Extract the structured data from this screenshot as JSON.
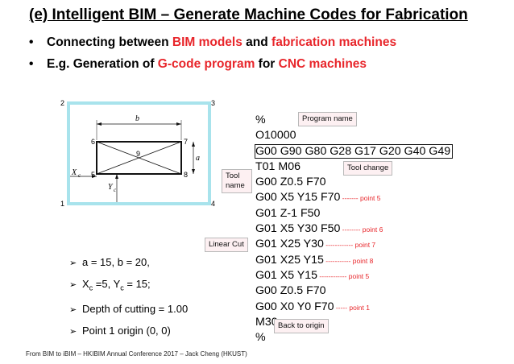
{
  "slide": {
    "title": "(e) Intelligent BIM – Generate Machine Codes for Fabrication",
    "bullets": [
      {
        "parts": [
          "Connecting between ",
          "BIM models",
          " and ",
          "fabrication machines",
          ""
        ]
      },
      {
        "parts": [
          "E.g. Generation of ",
          "G-code program",
          " for ",
          "CNC machines",
          ""
        ]
      }
    ],
    "bullet_symbol": "•",
    "accent_color": "#e8262b"
  },
  "diagram": {
    "outer_color": "#a8e3ec",
    "corner_labels": [
      "1",
      "2",
      "3",
      "4"
    ],
    "point_labels": [
      "5",
      "6",
      "7",
      "8",
      "9"
    ],
    "dim_b": "b",
    "dim_a": "a",
    "xc_label": "X",
    "xc_sub": "c",
    "yc_label": "Y",
    "yc_sub": "c"
  },
  "gcode": {
    "lines": [
      {
        "code": "%",
        "note": ""
      },
      {
        "code": "O10000",
        "note": ""
      },
      {
        "code": "G00 G90 G80 G28 G17 G20 G40 G49",
        "note": "",
        "highlight": true
      },
      {
        "code": "T01 M06",
        "note": ""
      },
      {
        "code": "G00 Z0.5 F70",
        "note": ""
      },
      {
        "code": "G00 X5 Y15 F70",
        "note": " ------- point 5"
      },
      {
        "code": "G01 Z-1 F50",
        "note": ""
      },
      {
        "code": "G01 X5 Y30 F50",
        "note": " -------- point 6"
      },
      {
        "code": "G01 X25 Y30",
        "note": " ------------ point 7"
      },
      {
        "code": "G01 X25 Y15",
        "note": " ----------- point 8"
      },
      {
        "code": "G01 X5 Y15",
        "note": " ------------ point 5"
      },
      {
        "code": "G00 Z0.5 F70",
        "note": ""
      },
      {
        "code": "G00 X0 Y0 F70",
        "note": " ----- point 1"
      },
      {
        "code": "M30",
        "note": ""
      },
      {
        "code": "%",
        "note": ""
      }
    ]
  },
  "callouts": {
    "program_name": "Program name",
    "tool_change": "Tool change",
    "tool_name": "Tool\nname",
    "linear_cut": "Linear Cut",
    "back_to_origin": "Back to origin"
  },
  "params": {
    "arrow": "➢",
    "ab": "a = 15, b = 20,",
    "xc_prefix": "X",
    "xc_sub": "c",
    "xc_mid": " =5, Y",
    "yc_sub": "c",
    "yc_suffix": " = 15;",
    "depth": "Depth of cutting = 1.00",
    "origin": "Point 1 origin (0, 0)"
  },
  "footer": "From BIM to iBIM – HKIBIM Annual Conference 2017 – Jack Cheng (HKUST)"
}
